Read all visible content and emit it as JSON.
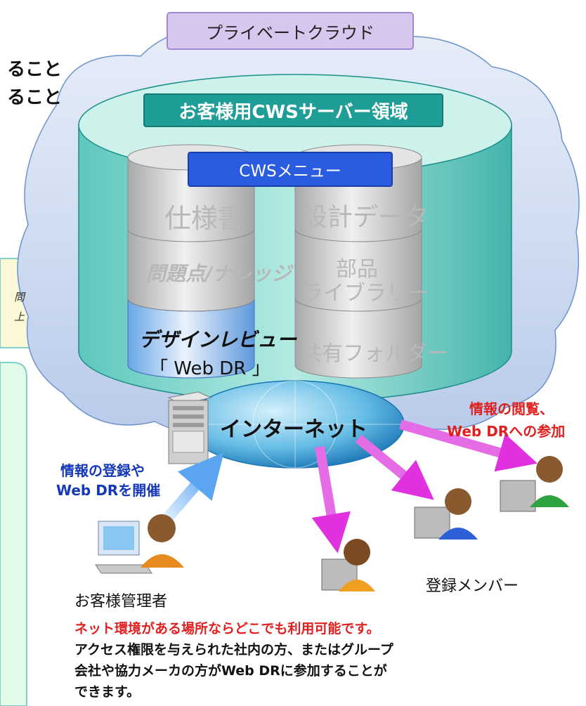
{
  "left_partial": {
    "line1": "ること",
    "line2": "ること",
    "bubble_text1": "問",
    "bubble_text2": "上"
  },
  "cloud": {
    "title": "プライベートクラウド",
    "server_area_label": "お客様用CWSサーバー領域",
    "menu_label": "CWSメニュー"
  },
  "left_stack": [
    "仕様書",
    "問題点/ナレッジ",
    "デザインレビュー",
    "「 Web DR 」"
  ],
  "right_stack": [
    "設計データ",
    "部品",
    "ライブラリー",
    "共有フォルダー"
  ],
  "internet_label": "インターネット",
  "left_arrow_label": [
    "情報の登録や",
    "Web DRを開催"
  ],
  "right_arrow_label": [
    "情報の閲覧、",
    "Web DRへの参加"
  ],
  "admin_label": "お客様管理者",
  "member_label": "登録メンバー",
  "footer": {
    "highlight": "ネット環境がある場所ならどこでも利用可能です。",
    "line1": "アクセス権限を与えられた社内の方、またはグループ",
    "line2": "会社や協力メーカの方がWeb DRに参加することが",
    "line3": "できます。"
  },
  "colors": {
    "teal": "#22a8a0",
    "red": "#e02020",
    "blue": "#1438b8",
    "pink": "#e040e0",
    "lavender": "#d7c6ee"
  }
}
